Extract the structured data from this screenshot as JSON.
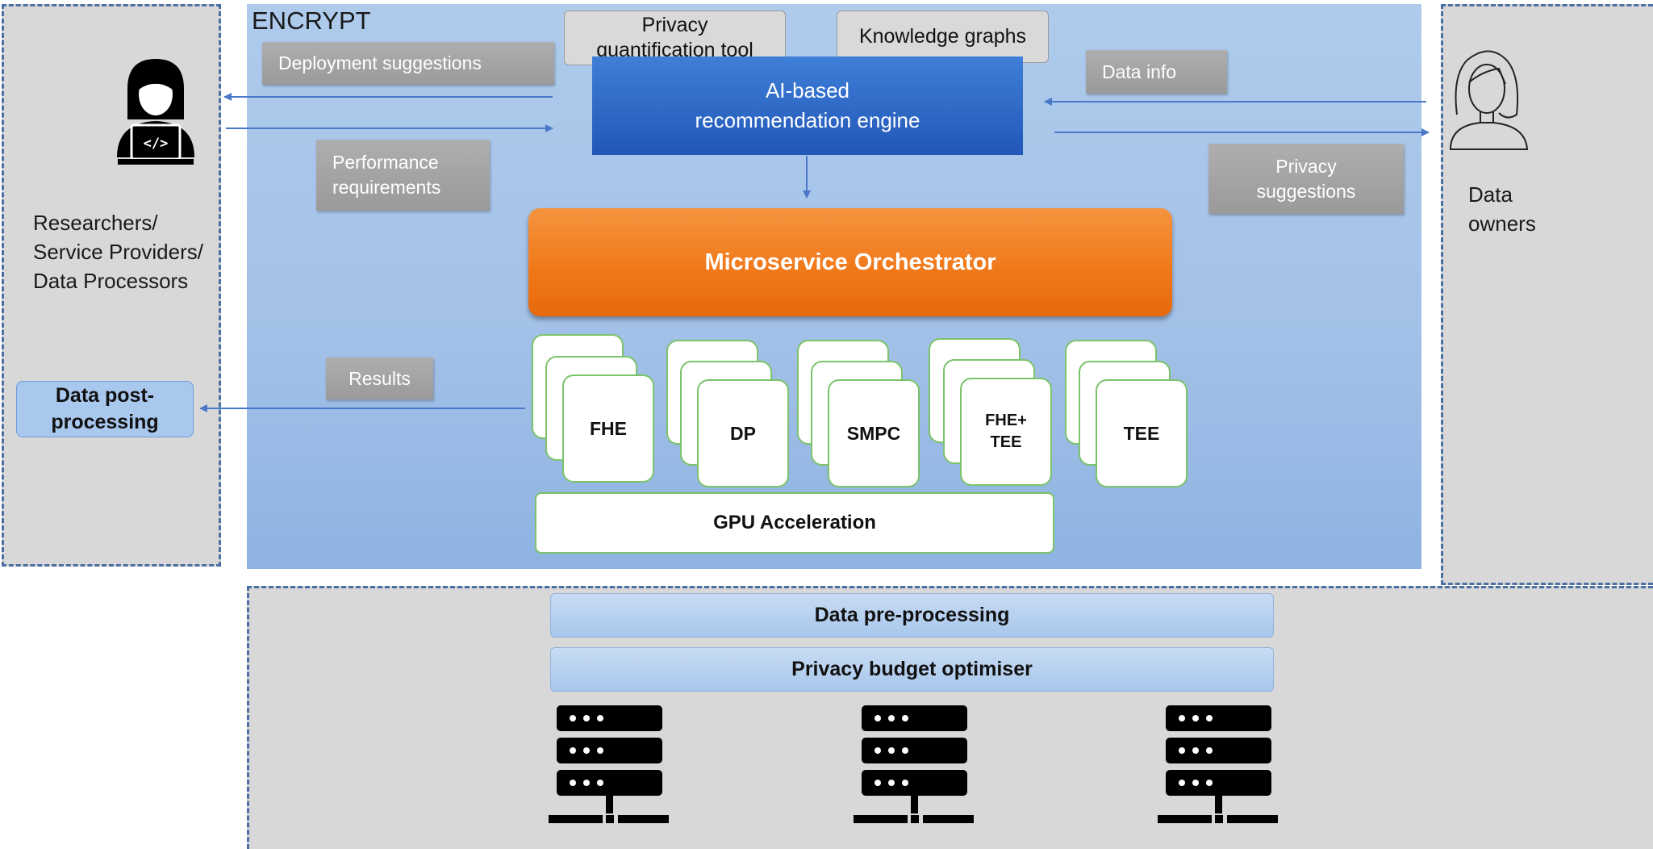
{
  "encrypt_title": "ENCRYPT",
  "top_tools": {
    "privacy_tool": "Privacy\nquantification tool",
    "knowledge_graphs": "Knowledge graphs"
  },
  "engine_label": "AI-based\nrecommendation engine",
  "orchestrator_label": "Microservice Orchestrator",
  "labels": {
    "deployment_suggestions": "Deployment suggestions",
    "performance_requirements": "Performance\nrequirements",
    "data_info": "Data info",
    "privacy_suggestions": "Privacy\nsuggestions",
    "results": "Results"
  },
  "actors": {
    "researchers": "Researchers/\nService Providers/\nData Processors",
    "data_owners": "Data\nowners"
  },
  "post_processing": "Data post-\nprocessing",
  "services": [
    "FHE",
    "DP",
    "SMPC",
    "FHE+\nTEE",
    "TEE"
  ],
  "gpu_label": "GPU Acceleration",
  "pre_processing": "Data pre-processing",
  "budget_optimiser": "Privacy budget optimiser",
  "colors": {
    "encrypt_blue": "#a4c2e8",
    "engine_blue": "#2a62c4",
    "orchestrator_orange": "#f07a1b",
    "card_border_green": "#7cc36b",
    "panel_grey": "#d8d8d8",
    "arrow_blue": "#4a78c8"
  }
}
